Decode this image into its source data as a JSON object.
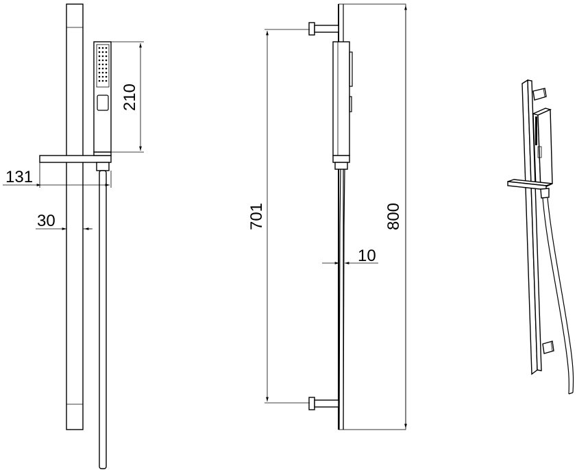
{
  "dimensions": {
    "holder_projection": "131",
    "rail_width": "30",
    "handset_length": "210",
    "bracket_spacing": "701",
    "hose_diameter": "10",
    "rail_length": "800"
  }
}
